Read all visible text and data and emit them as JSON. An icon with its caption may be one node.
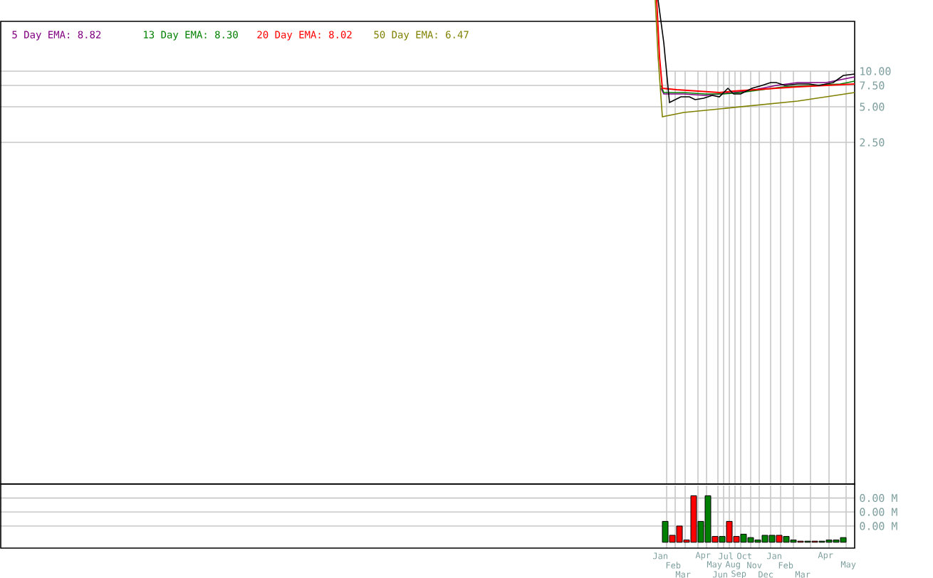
{
  "diagram": {
    "labels": [
      "5 Day EMA: 8.82",
      "13 Day EMA: 8.30",
      "20 Day EMA: 8.02",
      "50 Day EMA: 6.47",
      "10.00",
      "7.50",
      "5.00",
      "2.50",
      "0.00 M",
      "0.00 M",
      "0.00 M",
      "Jan",
      "Feb",
      "Mar",
      "Apr",
      "May",
      "Jun",
      "Jul",
      "Aug",
      "Sep",
      "Oct",
      "Nov",
      "Dec",
      "Jan",
      "Feb",
      "Mar",
      "Apr",
      "May"
    ]
  }
}
